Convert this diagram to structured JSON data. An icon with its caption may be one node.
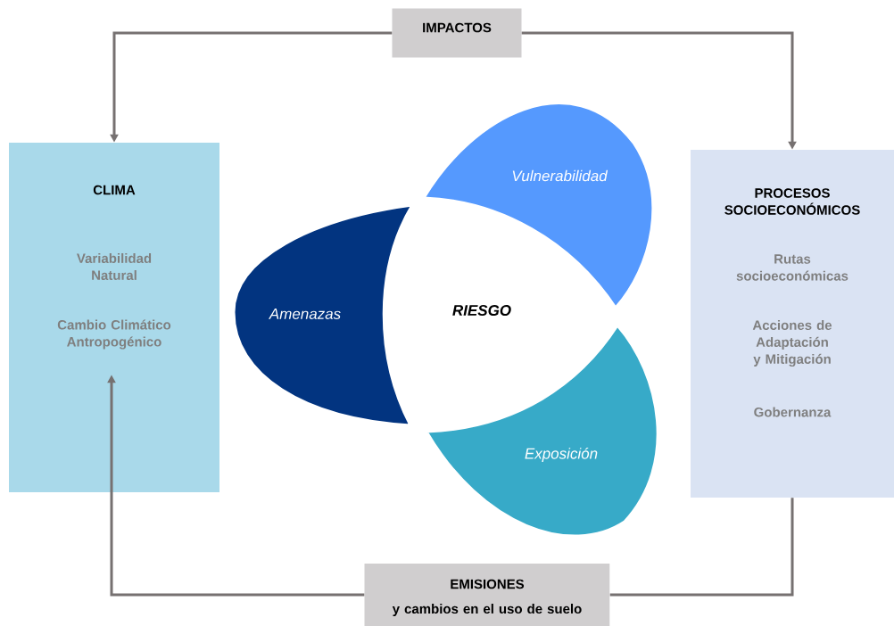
{
  "diagram": {
    "nodes": [
      {
        "text": [
          "IMPACTOS"
        ]
      },
      {
        "text": [
          "CLIMA",
          "Variabilidad Natural",
          "Cambio Climático Antropogénico"
        ]
      },
      {
        "text": [
          "PROCESOS SOCIOECONÓMICOS",
          "Rutas socioeconómicas",
          "Acciones de Adaptación y Mitigación",
          "Gobernanza"
        ]
      },
      {
        "text": [
          "EMISIONES",
          "y cambios en el uso de suelo"
        ]
      },
      {
        "text": [
          "Vulnerabilidad"
        ]
      },
      {
        "text": [
          "Amenazas"
        ]
      },
      {
        "text": [
          "Exposición"
        ]
      }
    ],
    "edges": [
      {
        "from": 0,
        "to": 1,
        "arrow": "to"
      },
      {
        "from": 0,
        "to": 2,
        "arrow": "to"
      },
      {
        "from": 2,
        "to": 3,
        "arrow": "none"
      },
      {
        "from": 3,
        "to": 1,
        "arrow": "to"
      }
    ],
    "labels": [
      "RIESGO"
    ]
  }
}
